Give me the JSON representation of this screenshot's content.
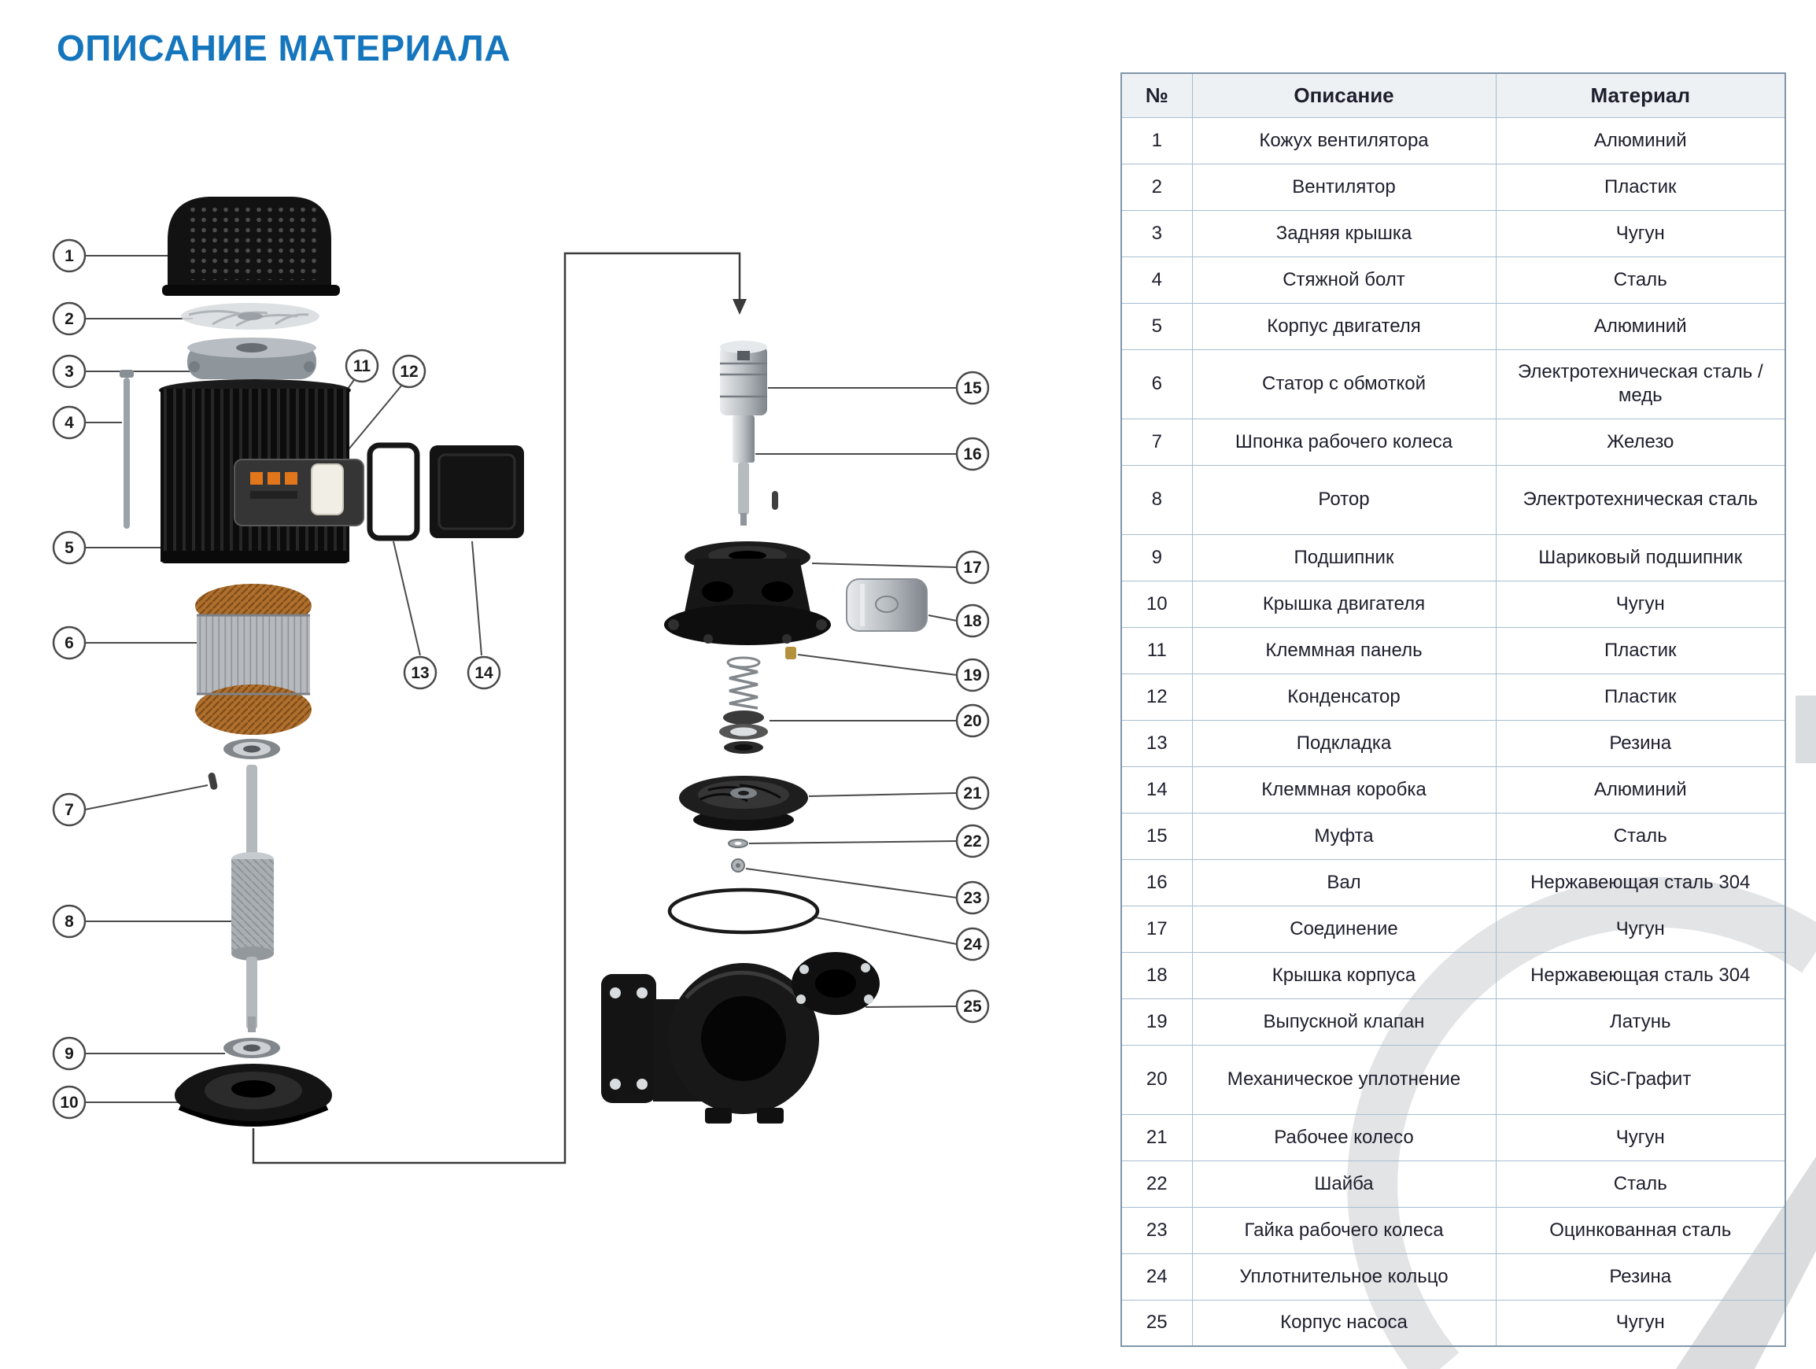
{
  "page": {
    "title": "ОПИСАНИЕ МАТЕРИАЛА"
  },
  "colors": {
    "accent_blue": "#1576bd",
    "table_border": "#a6bdd1",
    "table_header_bg": "#eef1f4"
  },
  "table": {
    "headers": {
      "num": "№",
      "description": "Описание",
      "material": "Материал"
    },
    "rows": [
      {
        "num": "1",
        "description": "Кожух вентилятора",
        "material": "Алюминий"
      },
      {
        "num": "2",
        "description": "Вентилятор",
        "material": "Пластик"
      },
      {
        "num": "3",
        "description": "Задняя крышка",
        "material": "Чугун"
      },
      {
        "num": "4",
        "description": "Стяжной болт",
        "material": "Сталь"
      },
      {
        "num": "5",
        "description": "Корпус двигателя",
        "material": "Алюминий"
      },
      {
        "num": "6",
        "description": "Статор с обмоткой",
        "material": "Электротехническая сталь / медь"
      },
      {
        "num": "7",
        "description": "Шпонка рабочего колеса",
        "material": "Железо"
      },
      {
        "num": "8",
        "description": "Ротор",
        "material": "Электротехническая сталь"
      },
      {
        "num": "9",
        "description": "Подшипник",
        "material": "Шариковый подшипник"
      },
      {
        "num": "10",
        "description": "Крышка двигателя",
        "material": "Чугун"
      },
      {
        "num": "11",
        "description": "Клеммная панель",
        "material": "Пластик"
      },
      {
        "num": "12",
        "description": "Конденсатор",
        "material": "Пластик"
      },
      {
        "num": "13",
        "description": "Подкладка",
        "material": "Резина"
      },
      {
        "num": "14",
        "description": "Клеммная коробка",
        "material": "Алюминий"
      },
      {
        "num": "15",
        "description": "Муфта",
        "material": "Сталь"
      },
      {
        "num": "16",
        "description": "Вал",
        "material": "Нержавеющая сталь 304"
      },
      {
        "num": "17",
        "description": "Соединение",
        "material": "Чугун"
      },
      {
        "num": "18",
        "description": "Крышка корпуса",
        "material": "Нержавеющая сталь 304"
      },
      {
        "num": "19",
        "description": "Выпускной клапан",
        "material": "Латунь"
      },
      {
        "num": "20",
        "description": "Механическое уплотнение",
        "material": "SiC-Графит"
      },
      {
        "num": "21",
        "description": "Рабочее колесо",
        "material": "Чугун"
      },
      {
        "num": "22",
        "description": "Шайба",
        "material": "Сталь"
      },
      {
        "num": "23",
        "description": "Гайка рабочего колеса",
        "material": "Оцинкованная сталь"
      },
      {
        "num": "24",
        "description": "Уплотнительное кольцо",
        "material": "Резина"
      },
      {
        "num": "25",
        "description": "Корпус насоса",
        "material": "Чугун"
      }
    ]
  },
  "diagram": {
    "callouts": [
      "1",
      "2",
      "3",
      "4",
      "5",
      "6",
      "7",
      "8",
      "9",
      "10",
      "11",
      "12",
      "13",
      "14",
      "15",
      "16",
      "17",
      "18",
      "19",
      "20",
      "21",
      "22",
      "23",
      "24",
      "25"
    ]
  }
}
